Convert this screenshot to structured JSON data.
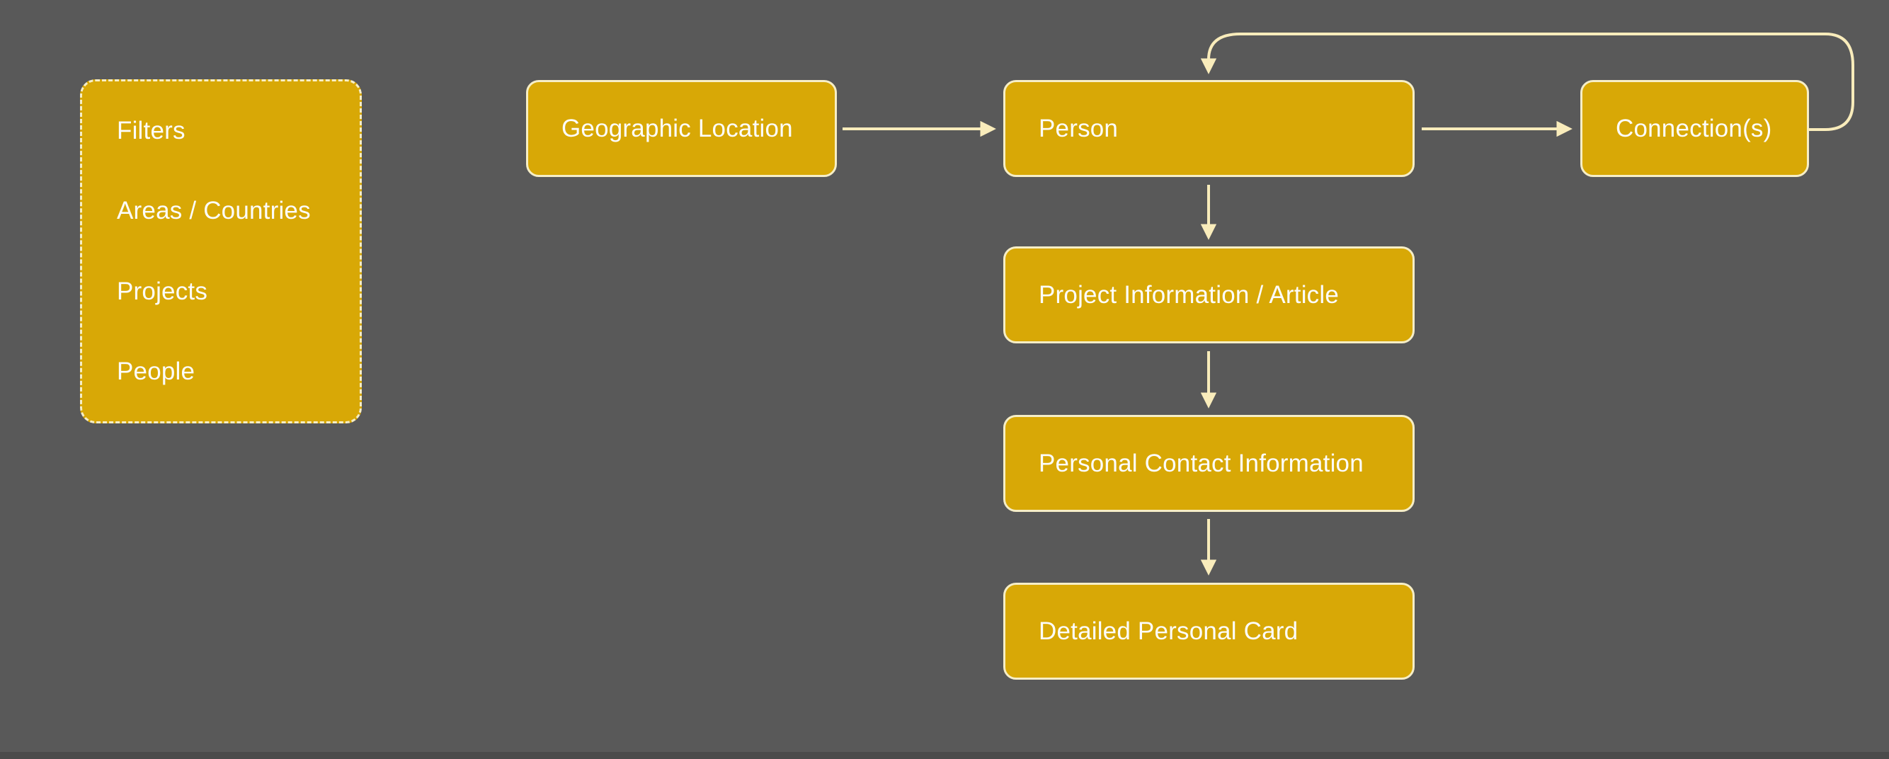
{
  "colors": {
    "background": "#595959",
    "node_fill": "#D8A806",
    "node_border": "#F6EEC7",
    "arrow": "#F9ECBB",
    "text": "#FCFCFC"
  },
  "filters_panel": {
    "items": [
      "Filters",
      "Areas / Countries",
      "Projects",
      "People"
    ]
  },
  "nodes": {
    "geographic_location": "Geographic Location",
    "person": "Person",
    "connections": "Connection(s)",
    "project_info": "Project Information / Article",
    "personal_contact": "Personal Contact Information",
    "detailed_card": "Detailed Personal Card"
  },
  "edges": [
    {
      "from": "Geographic Location",
      "to": "Person",
      "type": "straight"
    },
    {
      "from": "Person",
      "to": "Connection(s)",
      "type": "straight"
    },
    {
      "from": "Connection(s)",
      "to": "Person",
      "type": "feedback-loop"
    },
    {
      "from": "Person",
      "to": "Project Information / Article",
      "type": "straight"
    },
    {
      "from": "Project Information / Article",
      "to": "Personal Contact Information",
      "type": "straight"
    },
    {
      "from": "Personal Contact Information",
      "to": "Detailed Personal Card",
      "type": "straight"
    }
  ]
}
